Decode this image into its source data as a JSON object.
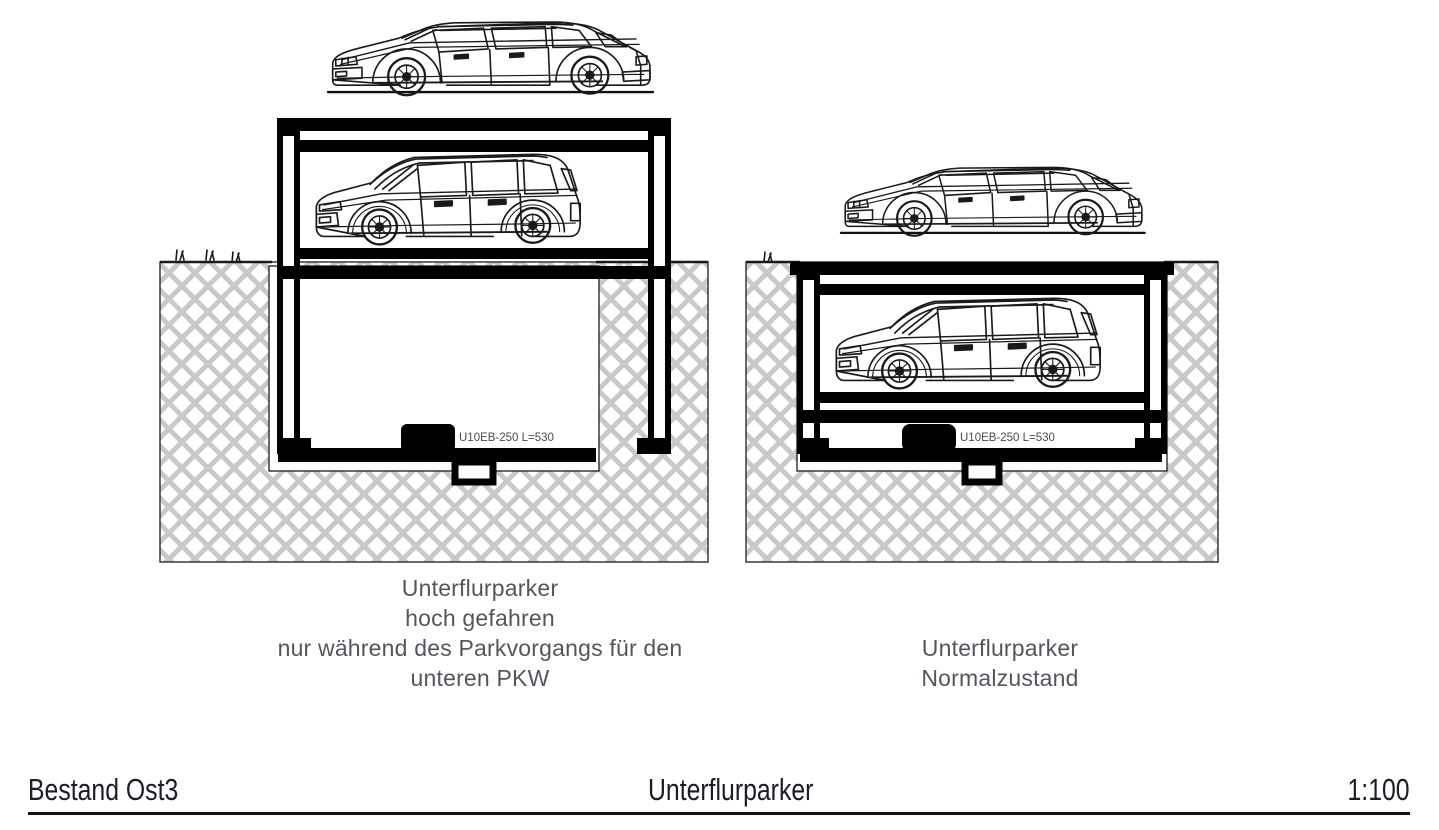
{
  "document": {
    "title": "Unterflurparker",
    "drawing_type": "section",
    "background_color": "#ffffff",
    "line_color": "#000000",
    "hatch_color": "#c9c9c9",
    "caption_color": "#54565e",
    "footer_color": "#1c1c28"
  },
  "captions": {
    "left": "Unterflurparker\nhoch gefahren\nnur während des Parkvorgangs für den\nunteren PKW",
    "left_lines": [
      "Unterflurparker",
      "hoch gefahren",
      "nur während des Parkvorgangs für den",
      "unteren PKW"
    ],
    "right": "Unterflurparker\nNormalzustand",
    "right_lines": [
      "Unterflurparker",
      "Normalzustand"
    ]
  },
  "annotations": {
    "cylinder_label_left": "U10EB-250  L=530",
    "cylinder_label_right": "U10EB-250  L=530",
    "cylinder_model": "U10EB-250",
    "cylinder_length": "L=530"
  },
  "footer": {
    "left_label": "Bestand Ost3",
    "center_label": "Unterflurparker",
    "scale_label": "1:100"
  },
  "scene": {
    "units": [
      {
        "id": "left",
        "state": "hoch gefahren",
        "platform_raised": true,
        "vehicles": [
          {
            "type": "station-wagon",
            "position": "on-platform-top"
          },
          {
            "type": "mpv-van",
            "position": "on-platform-lower"
          }
        ]
      },
      {
        "id": "right",
        "state": "Normalzustand",
        "platform_raised": false,
        "vehicles": [
          {
            "type": "station-wagon",
            "position": "at-ground-level"
          },
          {
            "type": "mpv-van",
            "position": "in-pit"
          }
        ]
      }
    ]
  }
}
